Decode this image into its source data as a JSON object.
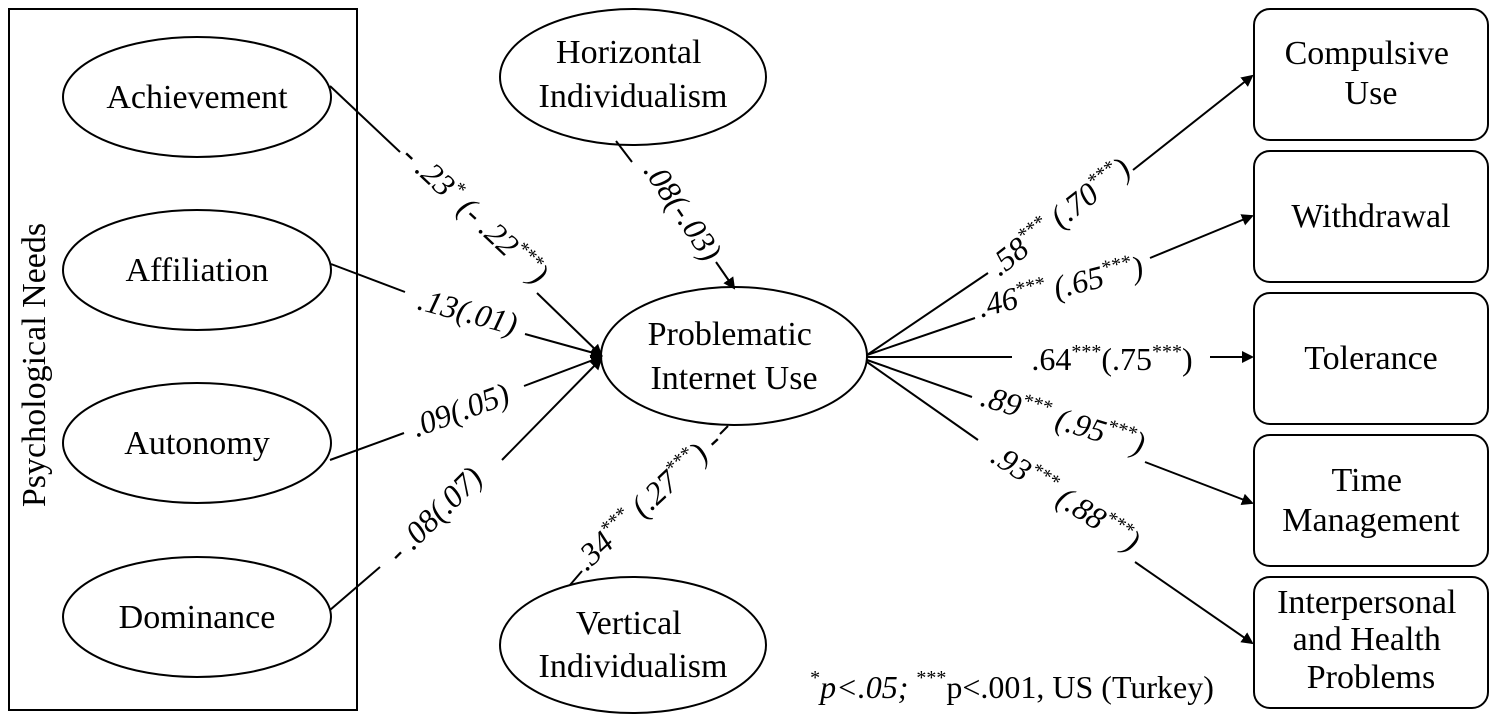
{
  "group": {
    "title": "Psychological Needs"
  },
  "needs": [
    {
      "lines": [
        "Achievement"
      ]
    },
    {
      "lines": [
        "Affiliation"
      ]
    },
    {
      "lines": [
        "Autonomy"
      ]
    },
    {
      "lines": [
        "Dominance"
      ]
    }
  ],
  "moderators": {
    "horizontal": {
      "lines": [
        "Horizontal",
        "Individualism"
      ]
    },
    "vertical": {
      "lines": [
        "Vertical",
        "Individualism"
      ]
    }
  },
  "center": {
    "lines": [
      "Problematic",
      "Internet Use"
    ]
  },
  "outcomes": [
    {
      "lines": [
        "Compulsive",
        "Use"
      ]
    },
    {
      "lines": [
        "Withdrawal"
      ]
    },
    {
      "lines": [
        "Tolerance"
      ]
    },
    {
      "lines": [
        "Time",
        "Management"
      ]
    },
    {
      "lines": [
        "Interpersonal",
        "and Health",
        "Problems"
      ]
    }
  ],
  "paths": {
    "achievement": {
      "pre": "- .23",
      "sup1": "*",
      "mid": " (- .22",
      "sup2": "***",
      "post": ")"
    },
    "affiliation": {
      "pre": ".13(.01)",
      "sup1": "",
      "mid": "",
      "sup2": "",
      "post": ""
    },
    "autonomy": {
      "pre": ".09(.05)",
      "sup1": "",
      "mid": "",
      "sup2": "",
      "post": ""
    },
    "dominance": {
      "pre": "- .08(.07)",
      "sup1": "",
      "mid": "",
      "sup2": "",
      "post": ""
    },
    "horizontal": {
      "pre": ".08(-.03)",
      "sup1": "",
      "mid": "",
      "sup2": "",
      "post": ""
    },
    "vertical": {
      "pre": ".34",
      "sup1": "***",
      "mid": " (.27",
      "sup2": "***",
      "post": ") -"
    },
    "compulsive": {
      "pre": ".58",
      "sup1": "***",
      "mid": " (.70",
      "sup2": "***",
      "post": ")"
    },
    "withdrawal": {
      "pre": ".46",
      "sup1": "***",
      "mid": " (.65",
      "sup2": "***",
      "post": ")"
    },
    "tolerance": {
      "pre": ".64",
      "sup1": "***",
      "mid": "(.75",
      "sup2": "***",
      "post": ")"
    },
    "time": {
      "pre": ".89",
      "sup1": "***",
      "mid": " (.95",
      "sup2": "***",
      "post": ")"
    },
    "interpersonal": {
      "pre": ".93",
      "sup1": "***",
      "mid": " (.88",
      "sup2": "***",
      "post": ")"
    }
  },
  "note": {
    "sup1": "*",
    "t1": "p<.05; ",
    "sup2": "***",
    "t2": "p<.001, US (Turkey)"
  }
}
